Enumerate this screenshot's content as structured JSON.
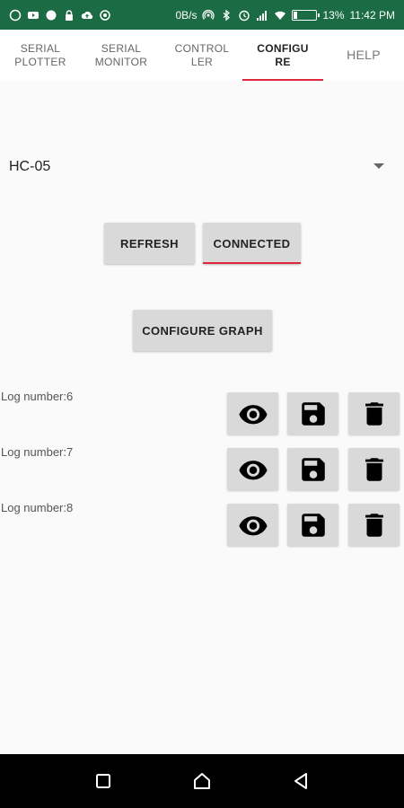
{
  "status_bar": {
    "network_speed": "0B/s",
    "battery_percent": "13%",
    "battery_level": 0.13,
    "time": "11:42 PM",
    "icons_left": [
      "whatsapp-icon",
      "youtube-icon",
      "circle-icon",
      "lock-icon",
      "cloud-upload-icon",
      "sync-icon"
    ],
    "icons_right": [
      "hotspot-icon",
      "bluetooth-icon",
      "alarm-icon",
      "signal-icon",
      "wifi-icon",
      "battery-icon"
    ]
  },
  "tabs": [
    {
      "label": "SERIAL\nPLOTTER",
      "active": false
    },
    {
      "label": "SERIAL\nMONITOR",
      "active": false
    },
    {
      "label": "CONTROL\nLER",
      "active": false
    },
    {
      "label": "CONFIGU\nRE",
      "active": true
    },
    {
      "label": "HELP",
      "active": false
    }
  ],
  "device_spinner": {
    "selected": "HC-05",
    "icon": "dropdown-arrow-icon"
  },
  "buttons": {
    "refresh": "REFRESH",
    "connected": "CONNECTED",
    "configure_graph": "CONFIGURE GRAPH"
  },
  "logs": [
    {
      "label": "Log number:6"
    },
    {
      "label": "Log number:7"
    },
    {
      "label": "Log number:8"
    }
  ],
  "log_actions": {
    "view_icon": "eye-icon",
    "save_icon": "floppy-disk-icon",
    "delete_icon": "trash-icon"
  },
  "nav_bar": {
    "icons": [
      "recents-square-icon",
      "home-icon",
      "back-triangle-icon"
    ]
  },
  "colors": {
    "status_bar": "#1b6b44",
    "accent": "#e0263c",
    "button_bg": "#d9d9d9",
    "background": "#fafafa",
    "nav_bar": "#000000"
  }
}
